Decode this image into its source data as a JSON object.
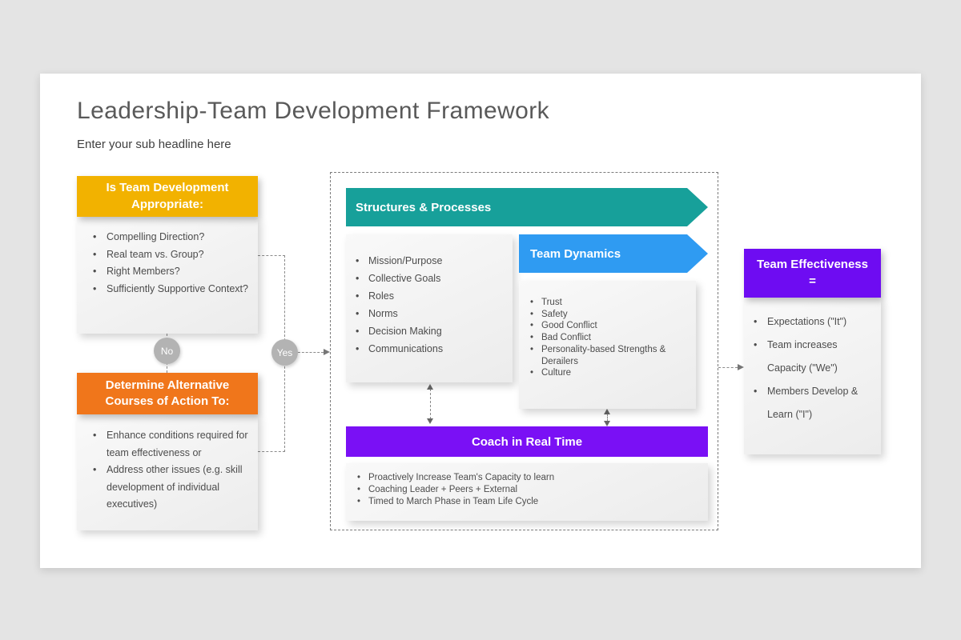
{
  "slide": {
    "title": "Leadership-Team Development Framework",
    "subtitle": "Enter your sub headline here"
  },
  "left": {
    "appropriate_header": "Is Team Development Appropriate:",
    "appropriate_items": [
      "Compelling Direction?",
      "Real team vs. Group?",
      "Right Members?",
      "Sufficiently Supportive Context?"
    ],
    "no_label": "No",
    "alternative_header": "Determine Alternative Courses of Action To:",
    "alternative_items": [
      "Enhance conditions required for team effectiveness or",
      "Address other issues (e.g. skill development of individual executives)"
    ]
  },
  "yes_label": "Yes",
  "center": {
    "structures_header": "Structures & Processes",
    "structures_items": [
      "Mission/Purpose",
      "Collective Goals",
      "Roles",
      "Norms",
      "Decision Making",
      "Communications"
    ],
    "dynamics_header": "Team Dynamics",
    "dynamics_items": [
      "Trust",
      "Safety",
      "Good Conflict",
      "Bad Conflict",
      "Personality-based Strengths & Derailers",
      "Culture"
    ],
    "coach_header": "Coach in Real Time",
    "coach_items": [
      "Proactively Increase Team's Capacity to learn",
      "Coaching Leader + Peers + External",
      "Timed to March Phase in Team Life Cycle"
    ]
  },
  "right": {
    "effectiveness_header": "Team Effectiveness =",
    "effectiveness_items": [
      "Expectations (\"It\")",
      "Team increases Capacity (\"We\")",
      "Members Develop & Learn (\"I\")"
    ]
  },
  "colors": {
    "yellow": "#F2B200",
    "orange": "#F0761B",
    "teal": "#17A09A",
    "blue": "#2F9BF2",
    "purple_banner": "#7A10F5",
    "violet_header": "#6E0CF2",
    "circle_gray": "#B3B3B3",
    "canvas_gray": "#E4E4E4"
  }
}
